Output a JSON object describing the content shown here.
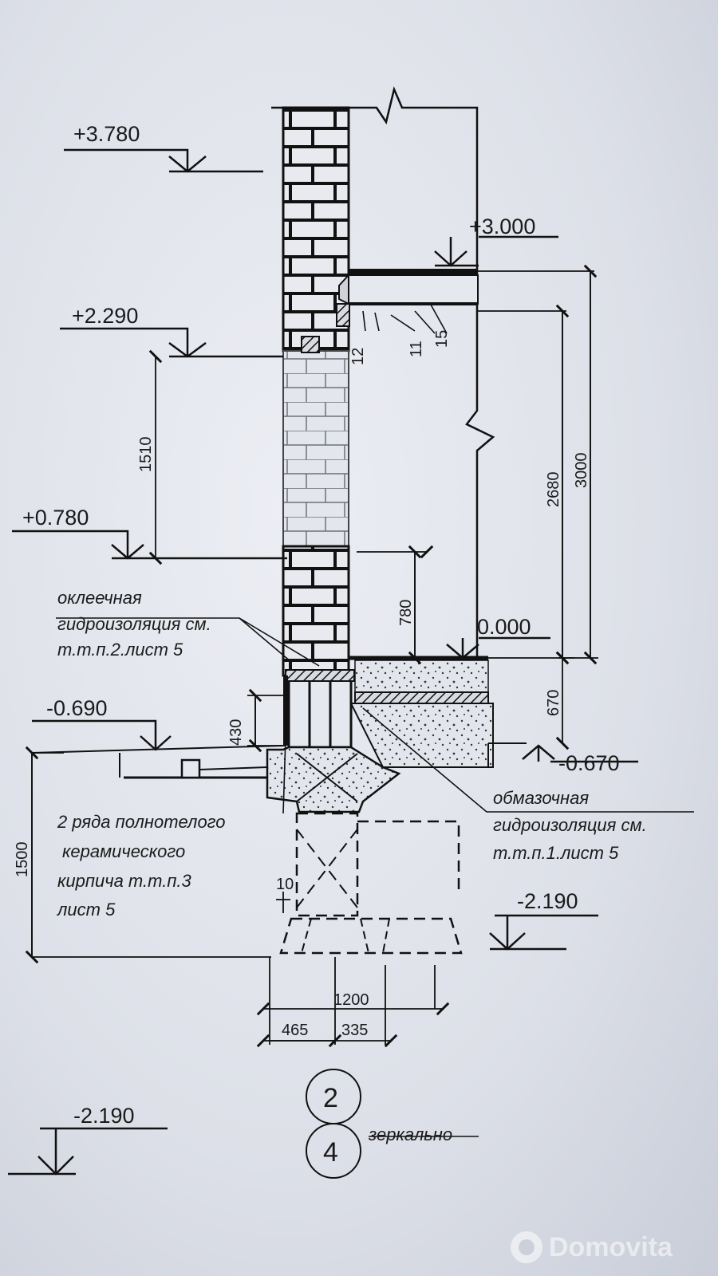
{
  "levels": {
    "l1": "+3.780",
    "l2": "+3.000",
    "l3": "+2.290",
    "l4": "+0.780",
    "l5": "0.000",
    "l6": "-0.690",
    "l7": "-0.670",
    "l8": "-2.190",
    "l9": "-2.190"
  },
  "dimensions": {
    "d1510": "1510",
    "d780": "780",
    "d2680": "2680",
    "d3000": "3000",
    "d670": "670",
    "d430": "430",
    "d1500": "1500",
    "d1200": "1200",
    "d465": "465",
    "d335": "335",
    "d10": "10"
  },
  "callouts": {
    "c11": "11",
    "c12": "12",
    "c15": "15"
  },
  "notes": {
    "okl1": "оклеечная",
    "okl2": "гидроизоляция см.",
    "okl3": "т.т.п.2.лист 5",
    "obm1": "обмазочная",
    "obm2": "гидроизоляция см.",
    "obm3": "т.т.п.1.лист 5",
    "brick1": "2 ряда полнотелого",
    "brick2": "керамического",
    "brick3": "кирпича т.т.п.3",
    "brick4": "лист 5"
  },
  "section": {
    "num_top": "2",
    "num_bottom": "4",
    "mirror": "зеркально"
  },
  "watermark": "Domovita"
}
